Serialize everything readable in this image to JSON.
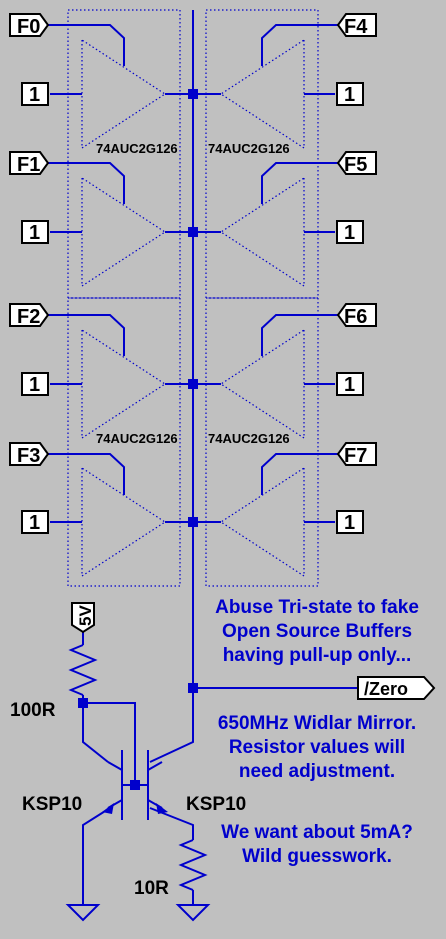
{
  "flags_left": [
    "F0",
    "F1",
    "F2",
    "F3"
  ],
  "flags_right": [
    "F4",
    "F5",
    "F6",
    "F7"
  ],
  "enable_label": "1",
  "buffer_part": "74AUC2G126",
  "supply_label": "5V",
  "output_label": "/Zero",
  "resistors": {
    "r_top": "100R",
    "r_bottom": "10R"
  },
  "transistors": {
    "q_left": "KSP10",
    "q_right": "KSP10"
  },
  "notes": [
    "Abuse Tri-state to fake",
    "Open Source Buffers",
    "having pull-up only...",
    "650MHz Widlar Mirror.",
    "Resistor values will",
    "need adjustment.",
    "We want about 5mA?",
    "Wild guesswork."
  ],
  "colors": {
    "background": "#c0c0c0",
    "wire": "#0000cc",
    "text": "#000000"
  }
}
